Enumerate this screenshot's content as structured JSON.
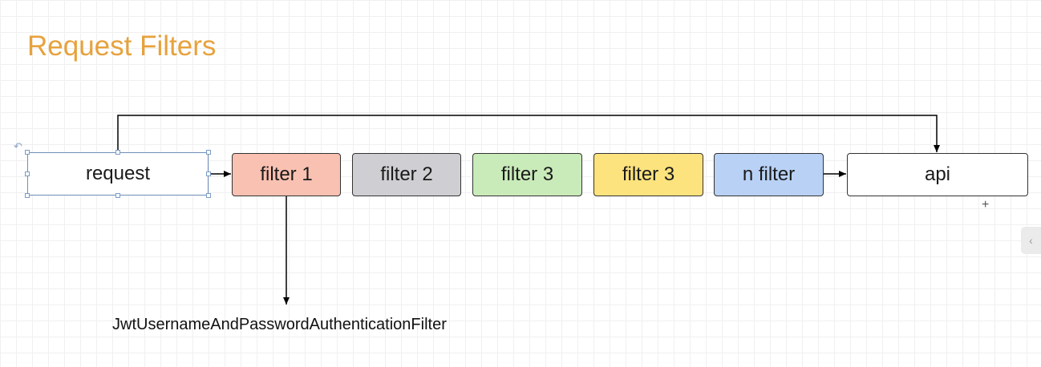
{
  "title": "Request Filters",
  "colors": {
    "title": "#e7a23d",
    "filter_1": "#f9c1b1",
    "filter_2": "#cfcfd3",
    "filter_3a": "#c9ebb9",
    "filter_3b": "#fde37e",
    "n_filter": "#b8d1f5",
    "selection": "#7a9cc6"
  },
  "nodes": {
    "request": "request",
    "filter_1": "filter 1",
    "filter_2": "filter 2",
    "filter_3a": "filter 3",
    "filter_3b": "filter 3",
    "n_filter": "n filter",
    "api": "api"
  },
  "annotation": "JwtUsernameAndPasswordAuthenticationFilter",
  "icons": {
    "add": "+",
    "collapse": "‹",
    "rotate": "↶"
  }
}
